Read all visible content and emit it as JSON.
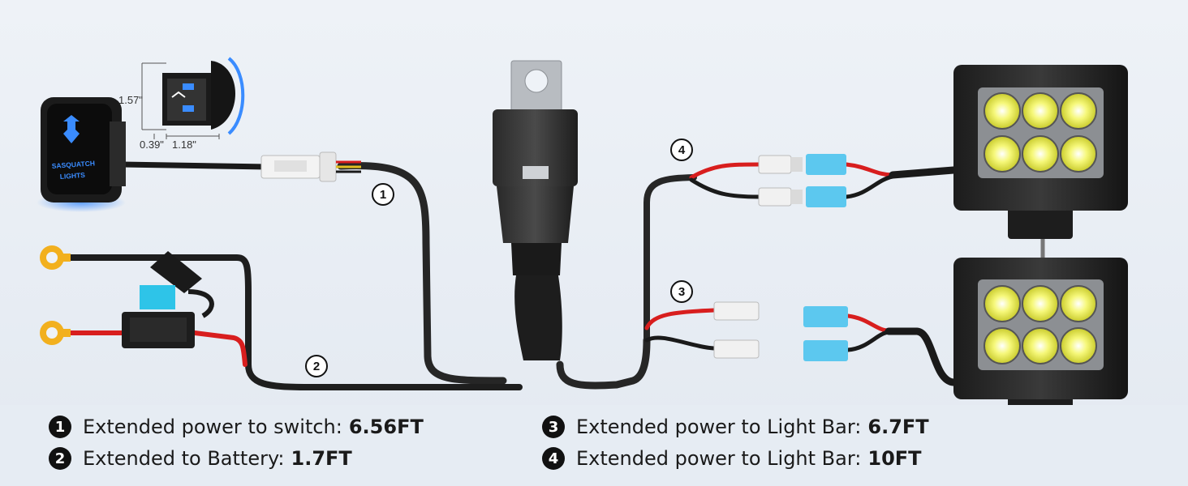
{
  "dimensions": {
    "height": "1.57\"",
    "width_side": "0.39\"",
    "width_main": "1.18\""
  },
  "switch_label": [
    "SASQUATCH",
    "LIGHTS"
  ],
  "markers": [
    "1",
    "2",
    "3",
    "4"
  ],
  "legend": [
    {
      "num": "1",
      "text": "Extended power to switch:",
      "value": "6.56FT"
    },
    {
      "num": "2",
      "text": "Extended to Battery:",
      "value": "1.7FT"
    },
    {
      "num": "3",
      "text": "Extended power to Light Bar:",
      "value": "6.7FT"
    },
    {
      "num": "4",
      "text": "Extended power to Light Bar:",
      "value": "10FT"
    }
  ],
  "colors": {
    "wire_red": "#d81e1e",
    "wire_black": "#1a1a1a",
    "ring_terminal": "#f2b01e",
    "connector_blue": "#5cc8ef",
    "fuse_blue": "#2ec4e8",
    "led_yellow": "#f0f25a"
  }
}
